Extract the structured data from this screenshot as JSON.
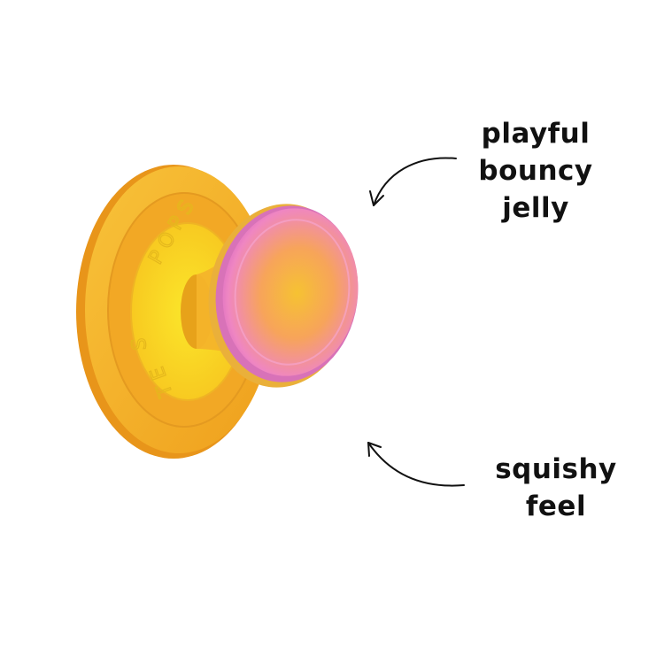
{
  "callouts": {
    "top": [
      "playful",
      "bouncy",
      "jelly"
    ],
    "bottom": [
      "squishy",
      "feel"
    ]
  },
  "product": {
    "embossed_logo": "POPSOCKETS",
    "colors": {
      "base": "#f7b52a",
      "base_dark": "#e69a1c",
      "center": "#f9dc2a",
      "top_pink": "#ee7fc0",
      "top_center": "#f6c53a"
    }
  }
}
